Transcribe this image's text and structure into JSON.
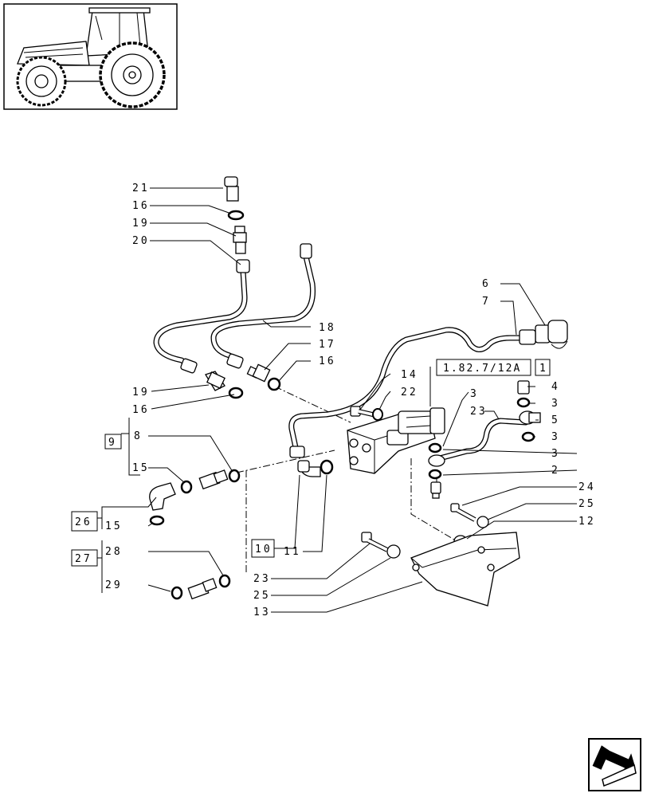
{
  "callouts": {
    "c21": "21",
    "c16a": "16",
    "c19a": "19",
    "c20": "20",
    "c18": "18",
    "c17": "17",
    "c16b": "16",
    "c6": "6",
    "c7": "7",
    "c19b": "19",
    "c16c": "16",
    "c14": "14",
    "c22": "22",
    "c3a": "3",
    "c23a": "23",
    "c4": "4",
    "c3b": "3",
    "c5": "5",
    "c3c": "3",
    "c3d": "3",
    "c2": "2",
    "c24": "24",
    "c25a": "25",
    "c12": "12",
    "c9": "9",
    "c8": "8",
    "c15a": "15",
    "c26": "26",
    "c15b": "15",
    "c10": "10",
    "c11": "11",
    "c27": "27",
    "c28": "28",
    "c29": "29",
    "c23b": "23",
    "c25b": "25",
    "c13": "13"
  },
  "reference": {
    "code": "1.82.7/12A",
    "sheet": "1"
  },
  "icons": {
    "thumbnail": "tractor-thumbnail-icon",
    "navigation": "next-page-arrow-icon"
  }
}
